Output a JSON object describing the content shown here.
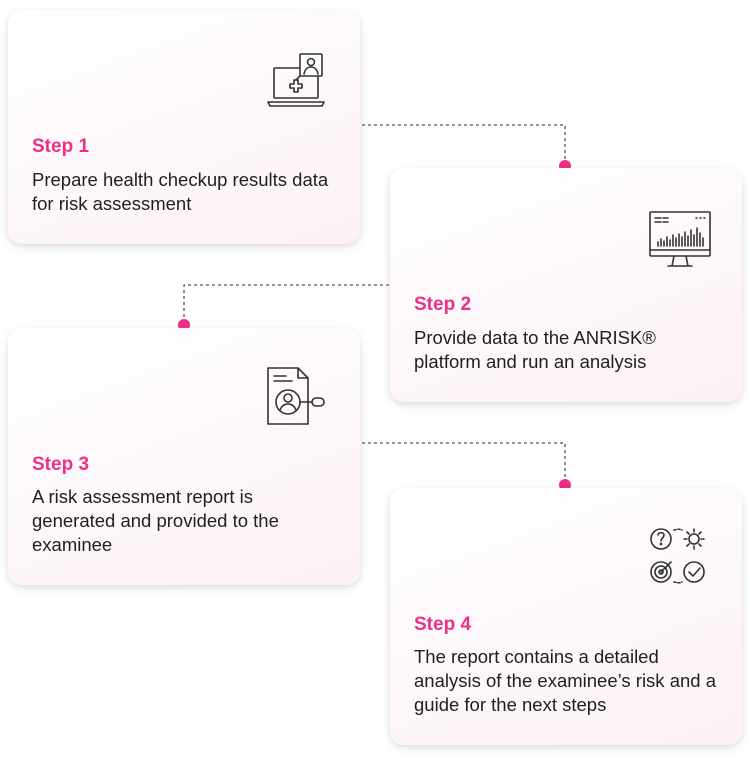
{
  "steps": [
    {
      "label": "Step 1",
      "description": "Prepare health checkup results data for risk assessment",
      "icon": "laptop-medical-user-icon"
    },
    {
      "label": "Step 2",
      "description": "Provide data to the ANRISK® platform and run an analysis",
      "icon": "monitor-analytics-icon"
    },
    {
      "label": "Step 3",
      "description": "A risk assessment report is generated and provided to the examinee",
      "icon": "report-user-search-icon"
    },
    {
      "label": "Step 4",
      "description": "The report contains a detailed analysis of the examinee’s risk and a guide for the next steps",
      "icon": "strategy-target-icon"
    }
  ],
  "colors": {
    "accent": "#ef2f87",
    "text": "#1f1f1f",
    "icon": "#333333",
    "connector": "#555555"
  }
}
